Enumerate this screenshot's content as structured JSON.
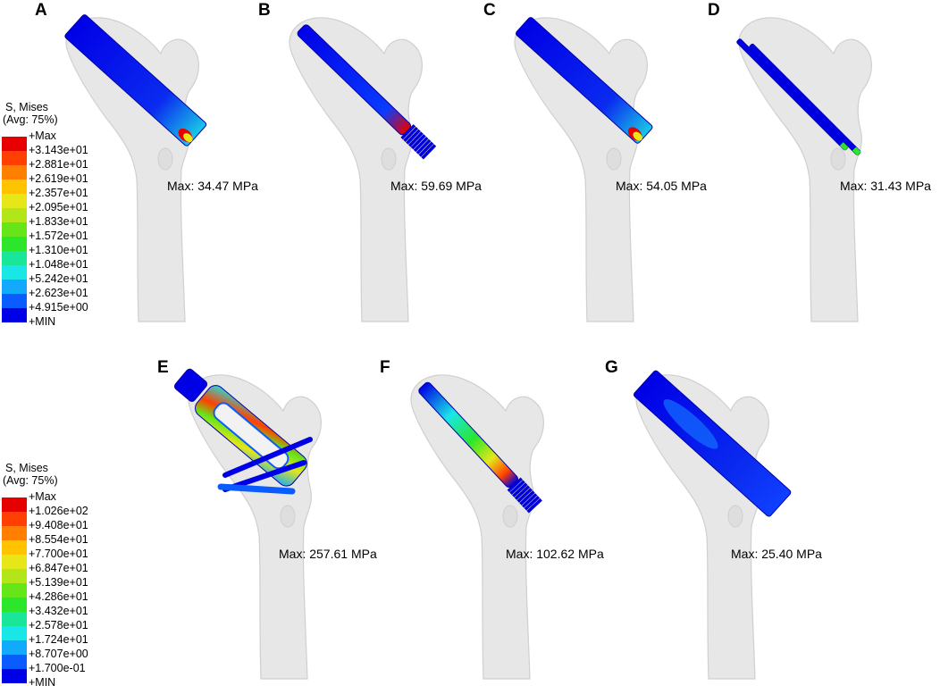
{
  "colormap": [
    "#0000e6",
    "#0a5cff",
    "#13a9ff",
    "#19e6e6",
    "#19e699",
    "#2be62b",
    "#66e619",
    "#b3e619",
    "#e6e619",
    "#ffc300",
    "#ff8000",
    "#ff4000",
    "#e60000"
  ],
  "bone_color": "#e7e7e7",
  "bone_edge": "#cfcfcf",
  "legends": [
    {
      "title_line1": "S, Mises",
      "title_line2": "(Avg: 75%)",
      "ticks": [
        "+Max",
        "+3.143e+01",
        "+2.881e+01",
        "+2.619e+01",
        "+2.357e+01",
        "+2.095e+01",
        "+1.833e+01",
        "+1.572e+01",
        "+1.310e+01",
        "+1.048e+01",
        "+5.242e+01",
        "+2.623e+01",
        "+4.915e+00",
        "+MIN"
      ]
    },
    {
      "title_line1": "S, Mises",
      "title_line2": "(Avg: 75%)",
      "ticks": [
        "+Max",
        "+1.026e+02",
        "+9.408e+01",
        "+8.554e+01",
        "+7.700e+01",
        "+6.847e+01",
        "+5.139e+01",
        "+4.286e+01",
        "+3.432e+01",
        "+2.578e+01",
        "+1.724e+01",
        "+8.707e+00",
        "+1.700e-01",
        "+MIN"
      ]
    }
  ],
  "panels": [
    {
      "letter": "A",
      "max_label": "Max: 34.47 MPa",
      "implant": "wide-blade"
    },
    {
      "letter": "B",
      "max_label": "Max: 59.69 MPa",
      "implant": "threaded-screw"
    },
    {
      "letter": "C",
      "max_label": "Max: 54.05 MPa",
      "implant": "medium-blade"
    },
    {
      "letter": "D",
      "max_label": "Max: 31.43 MPa",
      "implant": "twin-pins"
    },
    {
      "letter": "E",
      "max_label": "Max: 257.61 MPa",
      "implant": "cage-with-screws"
    },
    {
      "letter": "F",
      "max_label": "Max: 102.62 MPa",
      "implant": "long-threaded-screw"
    },
    {
      "letter": "G",
      "max_label": "Max: 25.40 MPa",
      "implant": "wide-block"
    }
  ]
}
